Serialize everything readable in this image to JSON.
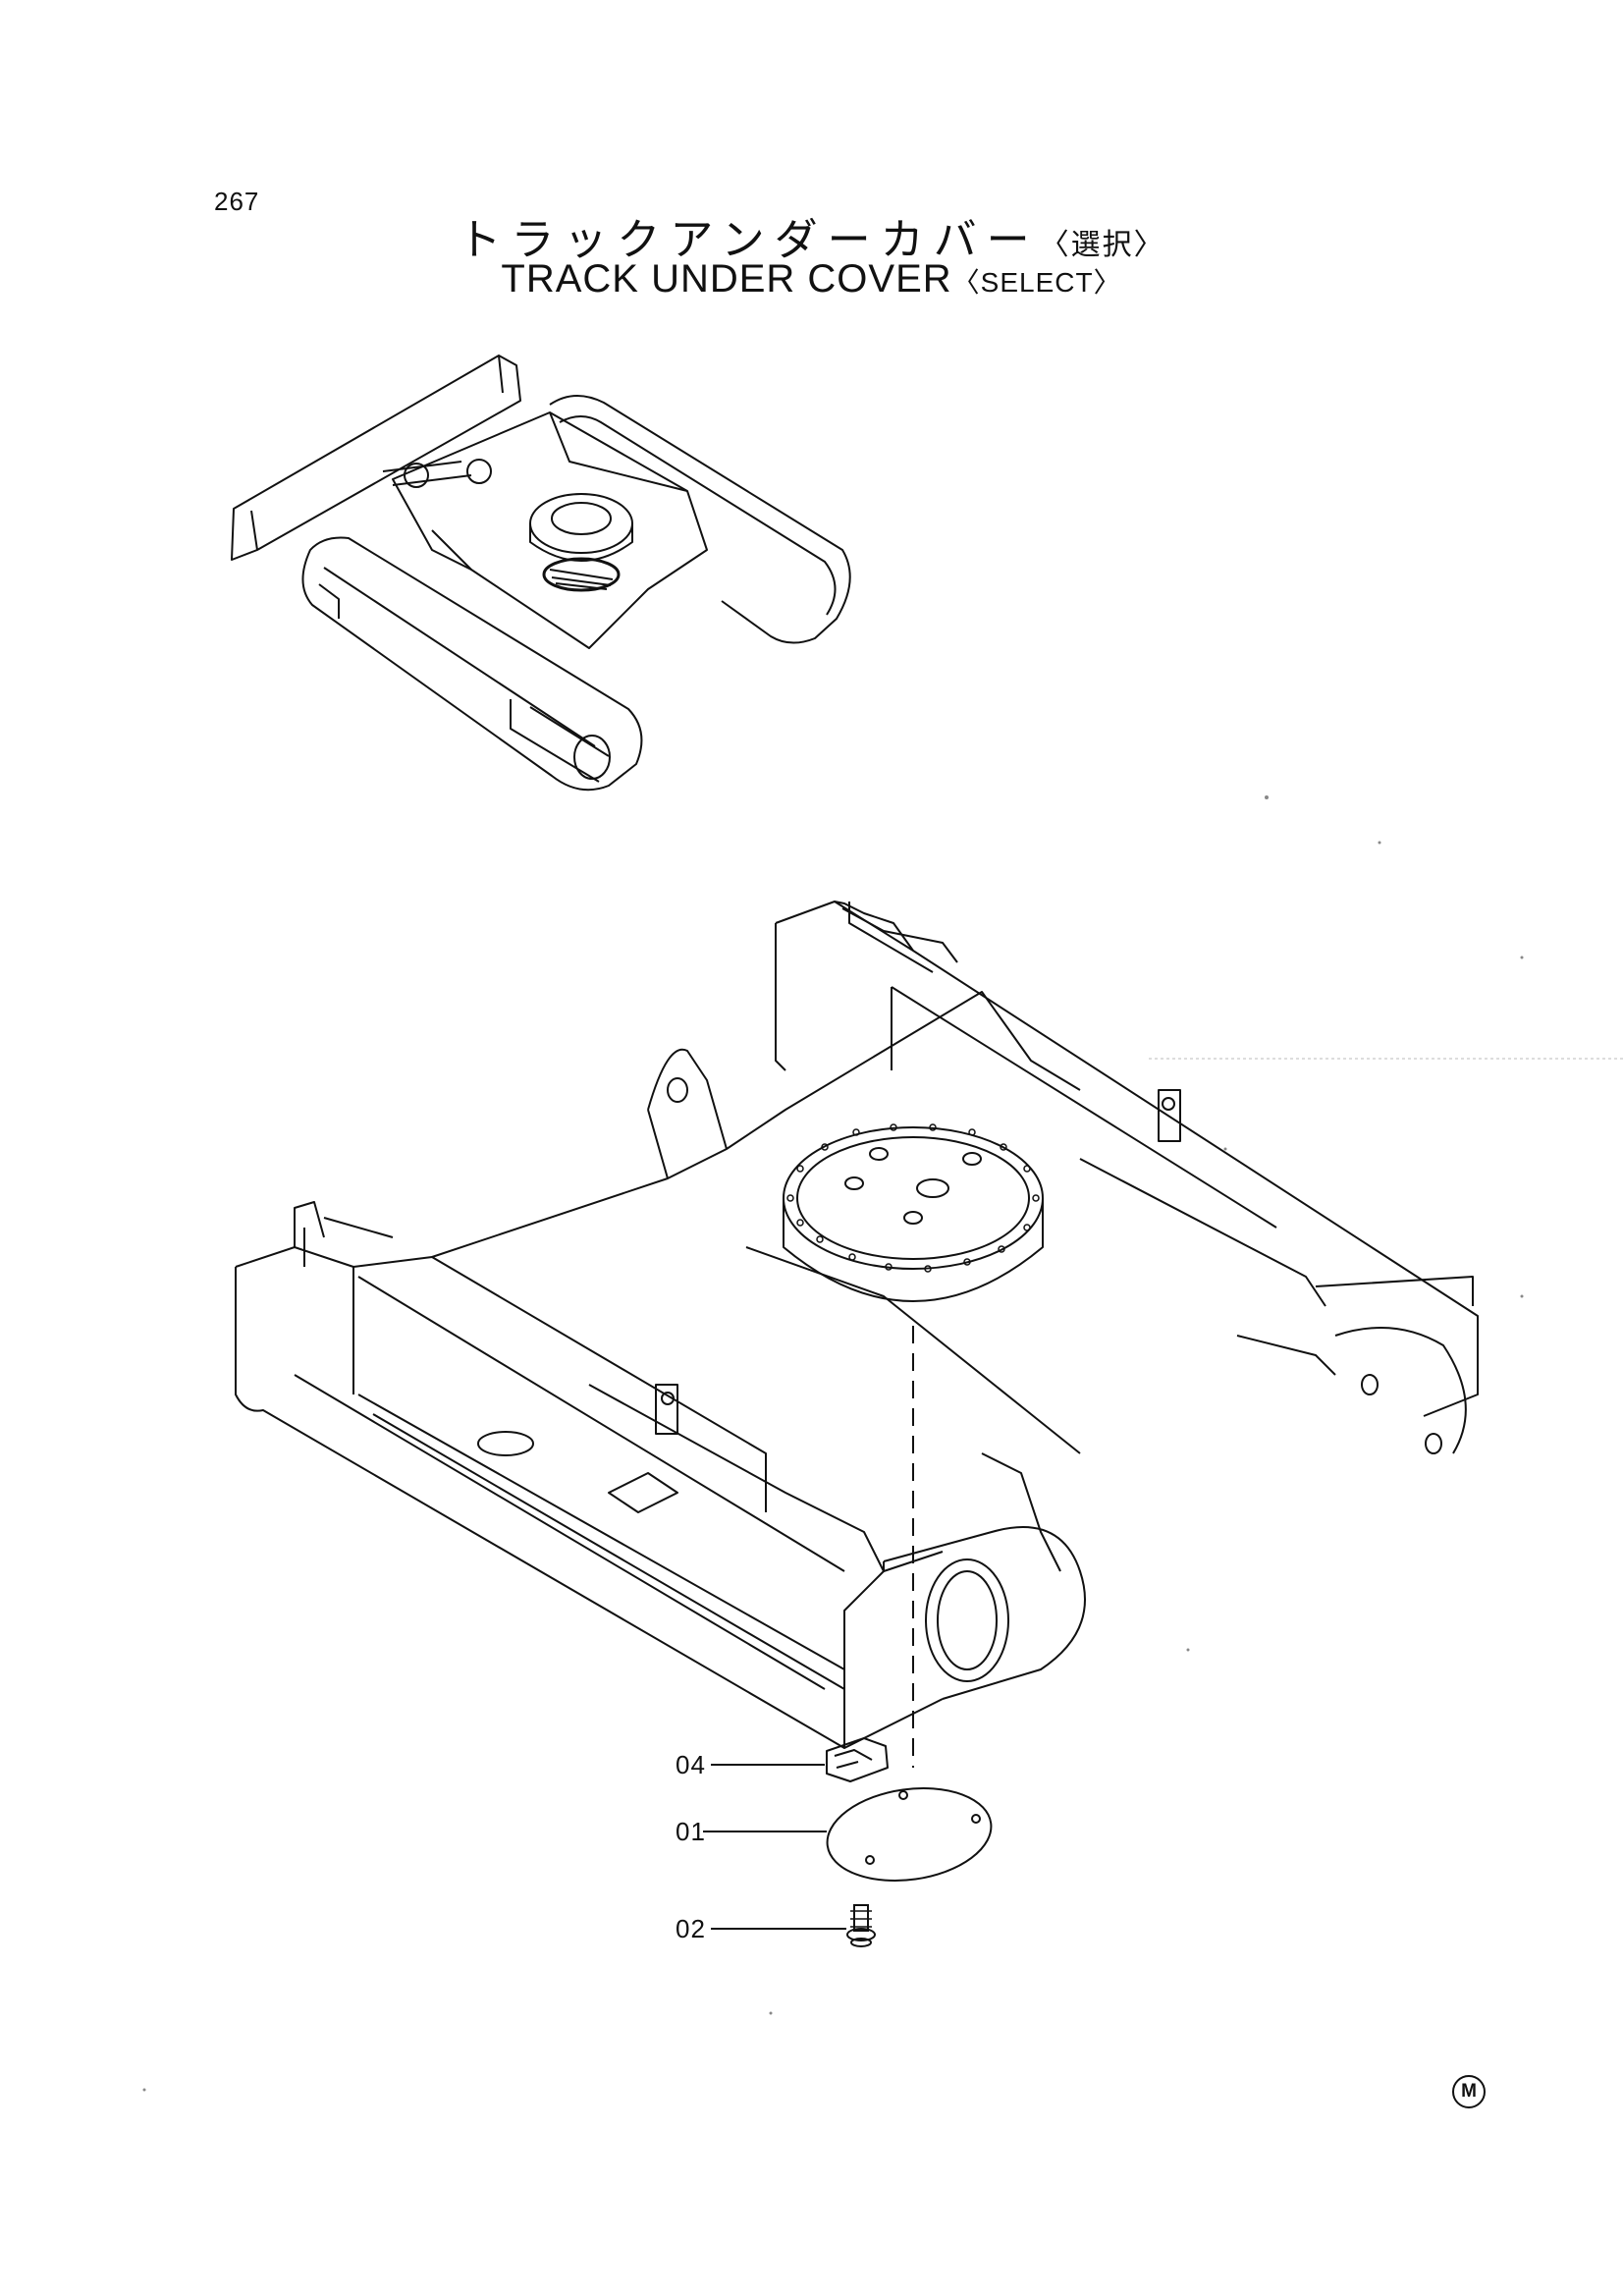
{
  "page": {
    "number": "267",
    "title_jp": "トラックアンダーカバー",
    "title_jp_qualifier": "〈選択〉",
    "title_en": "TRACK UNDER COVER",
    "title_en_qualifier": "〈SELECT〉",
    "corner_mark": "M"
  },
  "callouts": [
    {
      "id": "04",
      "label": "04",
      "part": "bracket"
    },
    {
      "id": "01",
      "label": "01",
      "part": "cover-plate"
    },
    {
      "id": "02",
      "label": "02",
      "part": "bolt"
    }
  ],
  "style": {
    "ink": "#111111",
    "paper": "#ffffff"
  }
}
